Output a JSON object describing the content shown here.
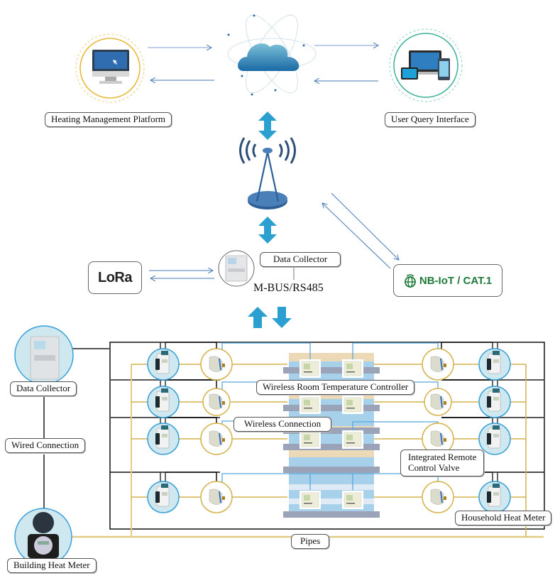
{
  "title": "Heating Metering System Architecture",
  "nodes": {
    "heating_platform": {
      "label": "Heating Management Platform",
      "icon": "desktop-monitor-icon"
    },
    "user_query": {
      "label": "User Query Interface",
      "icon": "multi-device-icon"
    },
    "cloud": {
      "icon": "cloud-icon"
    },
    "tower": {
      "icon": "cell-tower-icon"
    },
    "lora": {
      "label": "LoRa",
      "icon": "lora-logo-icon"
    },
    "nbiot": {
      "label": "NB-IoT / CAT.1",
      "icon": "globe-wireless-icon"
    },
    "top_collector": {
      "label": "Data Collector",
      "protocol": "M-BUS/RS485",
      "icon": "collector-device-icon"
    },
    "building_collector": {
      "label": "Data Collector"
    },
    "wired_connection": {
      "label": "Wired Connection"
    },
    "building_heat_meter": {
      "label": "Building Heat Meter"
    },
    "pipes": {
      "label": "Pipes"
    }
  },
  "callouts": {
    "wireless_room_temp": "Wireless Room Temperature Controller",
    "wireless_connection": "Wireless Connection",
    "remote_valve_line1": "Integrated Remote",
    "remote_valve_line2": "Control Valve",
    "household_heat_meter": "Household Heat Meter"
  },
  "building": {
    "floors": 4,
    "units_per_side": 1,
    "thermostats_per_floor": 2
  },
  "colors": {
    "arrow_blue": "#2a9fd0",
    "line_blue": "#4a78b8",
    "wireless_blue": "#5aa8dc",
    "pipe_gold": "#d4b24a",
    "wire_dark": "#222222",
    "platform_ring": "#e8b530",
    "user_ring": "#3ab09a",
    "nbiot_green": "#1f7a3a"
  }
}
